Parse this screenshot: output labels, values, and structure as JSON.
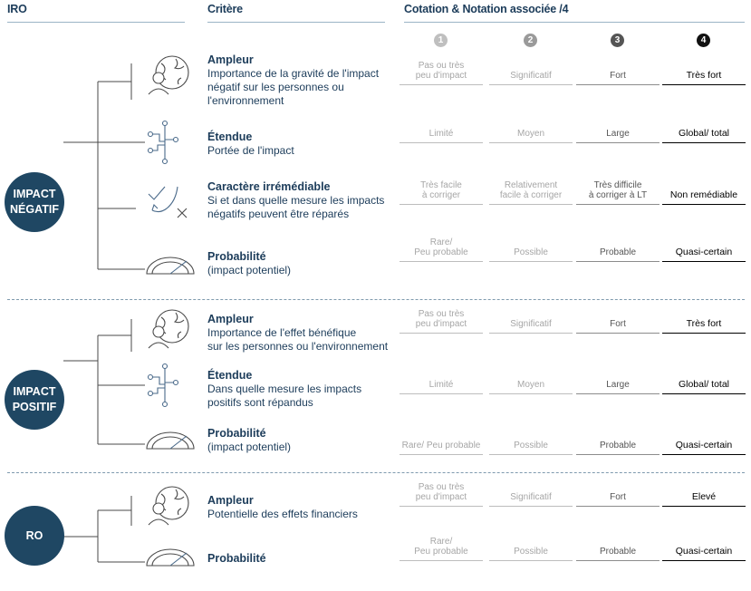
{
  "header": {
    "col_iro": "IRO",
    "col_critere": "Critère",
    "col_cotation": "Cotation & Notation associée /4"
  },
  "scale": [
    "1",
    "2",
    "3",
    "4"
  ],
  "colors": {
    "navy": "#1f4763",
    "text": "#1c3c5a",
    "level1": "#a6a6a6",
    "level3": "#555555",
    "level4": "#000000"
  },
  "sections": [
    {
      "label": "IMPACT\nNÉGATIF",
      "rows": [
        {
          "icon": "globe-person-icon",
          "title": "Ampleur",
          "desc": "Importance de la gravité de l'impact\nnégatif sur les personnes ou\nl'environnement",
          "levels": [
            "Pas ou très\npeu d'impact",
            "Significatif",
            "Fort",
            "Très fort"
          ]
        },
        {
          "icon": "branch-network-icon",
          "title": "Étendue",
          "desc": "Portée de l'impact",
          "levels": [
            "Limité",
            "Moyen",
            "Large",
            "Global/ total"
          ]
        },
        {
          "icon": "check-cross-arrow-icon",
          "title": "Caractère irrémédiable",
          "desc": "Si et dans quelle mesure les impacts\nnégatifs peuvent être réparés",
          "levels": [
            "Très facile\nà corriger",
            "Relativement\nfacile à corriger",
            "Très difficile\nà corriger à LT",
            "Non remédiable"
          ]
        },
        {
          "icon": "gauge-icon",
          "title": "Probabilité",
          "desc": "(impact potentiel)",
          "levels": [
            "Rare/\nPeu probable",
            "Possible",
            "Probable",
            "Quasi-certain"
          ]
        }
      ]
    },
    {
      "label": "IMPACT\nPOSITIF",
      "rows": [
        {
          "icon": "globe-person-icon",
          "title": "Ampleur",
          "desc": "Importance de l'effet bénéfique\nsur les personnes ou l'environnement",
          "levels": [
            "Pas ou très\npeu d'impact",
            "Significatif",
            "Fort",
            "Très fort"
          ]
        },
        {
          "icon": "branch-network-icon",
          "title": "Étendue",
          "desc": "Dans quelle mesure les impacts\npositifs sont répandus",
          "levels": [
            "Limité",
            "Moyen",
            "Large",
            "Global/ total"
          ]
        },
        {
          "icon": "gauge-icon",
          "title": "Probabilité",
          "desc": "(impact potentiel)",
          "levels": [
            "Rare/ Peu probable",
            "Possible",
            "Probable",
            "Quasi-certain"
          ]
        }
      ]
    },
    {
      "label": "RO",
      "rows": [
        {
          "icon": "globe-person-icon",
          "title": "Ampleur",
          "desc": "Potentielle des effets financiers",
          "levels": [
            "Pas ou très\npeu d'impact",
            "Significatif",
            "Fort",
            "Elevé"
          ]
        },
        {
          "icon": "gauge-icon",
          "title": "Probabilité",
          "desc": "",
          "levels": [
            "Rare/\nPeu probable",
            "Possible",
            "Probable",
            "Quasi-certain"
          ]
        }
      ]
    }
  ]
}
